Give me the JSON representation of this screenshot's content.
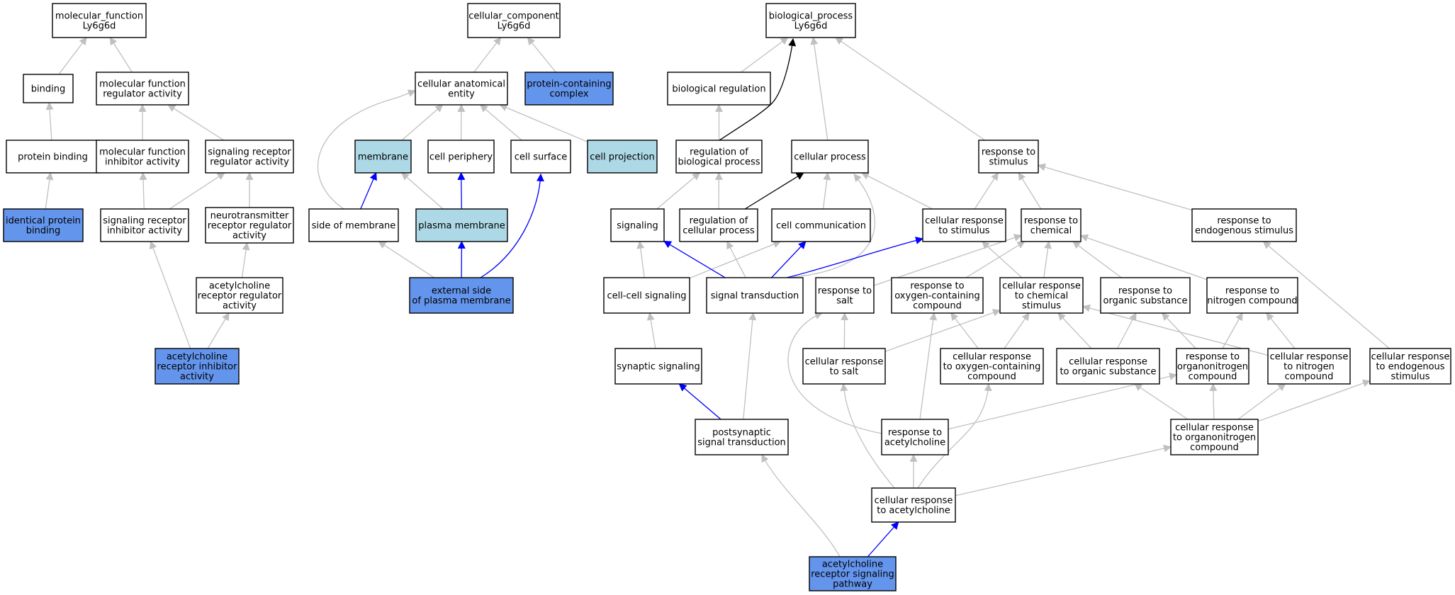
{
  "colors": {
    "default_fill": "#ffffff",
    "highlight_fill": "#6495ed",
    "related_fill": "#add8e6",
    "edge_gray": "#c0c0c0",
    "edge_blue": "#0000ff",
    "edge_black": "#000000"
  },
  "nodes": [
    {
      "id": "mf",
      "lines": [
        "molecular_function",
        "Ly6g6d"
      ],
      "fill": "default"
    },
    {
      "id": "binding",
      "lines": [
        "binding"
      ],
      "fill": "default"
    },
    {
      "id": "mfra",
      "lines": [
        "molecular function",
        "regulator activity"
      ],
      "fill": "default"
    },
    {
      "id": "protbind",
      "lines": [
        "protein binding"
      ],
      "fill": "default"
    },
    {
      "id": "mfia",
      "lines": [
        "molecular function",
        "inhibitor activity"
      ],
      "fill": "default"
    },
    {
      "id": "srra",
      "lines": [
        "signaling receptor",
        "regulator activity"
      ],
      "fill": "default"
    },
    {
      "id": "idprot",
      "lines": [
        "identical protein",
        "binding"
      ],
      "fill": "highlight"
    },
    {
      "id": "sria",
      "lines": [
        "signaling receptor",
        "inhibitor activity"
      ],
      "fill": "default"
    },
    {
      "id": "ntrra",
      "lines": [
        "neurotransmitter",
        "receptor regulator",
        "activity"
      ],
      "fill": "default"
    },
    {
      "id": "achrra",
      "lines": [
        "acetylcholine",
        "receptor regulator",
        "activity"
      ],
      "fill": "default"
    },
    {
      "id": "achria",
      "lines": [
        "acetylcholine",
        "receptor inhibitor",
        "activity"
      ],
      "fill": "highlight"
    },
    {
      "id": "cc",
      "lines": [
        "cellular_component",
        "Ly6g6d"
      ],
      "fill": "default"
    },
    {
      "id": "cae",
      "lines": [
        "cellular anatomical",
        "entity"
      ],
      "fill": "default"
    },
    {
      "id": "pcc",
      "lines": [
        "protein-containing",
        "complex"
      ],
      "fill": "highlight"
    },
    {
      "id": "membrane",
      "lines": [
        "membrane"
      ],
      "fill": "related"
    },
    {
      "id": "cperiph",
      "lines": [
        "cell periphery"
      ],
      "fill": "default"
    },
    {
      "id": "csurf",
      "lines": [
        "cell surface"
      ],
      "fill": "default"
    },
    {
      "id": "cproj",
      "lines": [
        "cell projection"
      ],
      "fill": "related"
    },
    {
      "id": "sidemem",
      "lines": [
        "side of membrane"
      ],
      "fill": "default"
    },
    {
      "id": "plasmamem",
      "lines": [
        "plasma membrane"
      ],
      "fill": "related"
    },
    {
      "id": "extside",
      "lines": [
        "external side",
        "of plasma membrane"
      ],
      "fill": "highlight"
    },
    {
      "id": "bp",
      "lines": [
        "biological_process",
        "Ly6g6d"
      ],
      "fill": "default"
    },
    {
      "id": "bioreg",
      "lines": [
        "biological regulation"
      ],
      "fill": "default"
    },
    {
      "id": "regbp",
      "lines": [
        "regulation of",
        "biological process"
      ],
      "fill": "default"
    },
    {
      "id": "cellproc",
      "lines": [
        "cellular process"
      ],
      "fill": "default"
    },
    {
      "id": "respstim",
      "lines": [
        "response to",
        "stimulus"
      ],
      "fill": "default"
    },
    {
      "id": "signaling",
      "lines": [
        "signaling"
      ],
      "fill": "default"
    },
    {
      "id": "regcp",
      "lines": [
        "regulation of",
        "cellular process"
      ],
      "fill": "default"
    },
    {
      "id": "cellcomm",
      "lines": [
        "cell communication"
      ],
      "fill": "default"
    },
    {
      "id": "crstim",
      "lines": [
        "cellular response",
        "to stimulus"
      ],
      "fill": "default"
    },
    {
      "id": "respchem",
      "lines": [
        "response to",
        "chemical"
      ],
      "fill": "default"
    },
    {
      "id": "respendo",
      "lines": [
        "response to",
        "endogenous stimulus"
      ],
      "fill": "default"
    },
    {
      "id": "ccsig",
      "lines": [
        "cell-cell signaling"
      ],
      "fill": "default"
    },
    {
      "id": "sigtrans",
      "lines": [
        "signal transduction"
      ],
      "fill": "default"
    },
    {
      "id": "respsalt",
      "lines": [
        "response to",
        "salt"
      ],
      "fill": "default"
    },
    {
      "id": "respocc",
      "lines": [
        "response to",
        "oxygen-containing",
        "compound"
      ],
      "fill": "default"
    },
    {
      "id": "crchem",
      "lines": [
        "cellular response",
        "to chemical",
        "stimulus"
      ],
      "fill": "default"
    },
    {
      "id": "resporg",
      "lines": [
        "response to",
        "organic substance"
      ],
      "fill": "default"
    },
    {
      "id": "respnit",
      "lines": [
        "response to",
        "nitrogen compound"
      ],
      "fill": "default"
    },
    {
      "id": "synsig",
      "lines": [
        "synaptic signaling"
      ],
      "fill": "default"
    },
    {
      "id": "crsalt",
      "lines": [
        "cellular response",
        "to salt"
      ],
      "fill": "default"
    },
    {
      "id": "crocc",
      "lines": [
        "cellular response",
        "to oxygen-containing",
        "compound"
      ],
      "fill": "default"
    },
    {
      "id": "crorg",
      "lines": [
        "cellular response",
        "to organic substance"
      ],
      "fill": "default"
    },
    {
      "id": "respon",
      "lines": [
        "response to",
        "organonitrogen",
        "compound"
      ],
      "fill": "default"
    },
    {
      "id": "crnit",
      "lines": [
        "cellular response",
        "to nitrogen",
        "compound"
      ],
      "fill": "default"
    },
    {
      "id": "crendo",
      "lines": [
        "cellular response",
        "to endogenous",
        "stimulus"
      ],
      "fill": "default"
    },
    {
      "id": "postsyn",
      "lines": [
        "postsynaptic",
        "signal transduction"
      ],
      "fill": "default"
    },
    {
      "id": "respach",
      "lines": [
        "response to",
        "acetylcholine"
      ],
      "fill": "default"
    },
    {
      "id": "cron",
      "lines": [
        "cellular response",
        "to organonitrogen",
        "compound"
      ],
      "fill": "default"
    },
    {
      "id": "crach",
      "lines": [
        "cellular response",
        "to acetylcholine"
      ],
      "fill": "default"
    },
    {
      "id": "achpath",
      "lines": [
        "acetylcholine",
        "receptor signaling",
        "pathway"
      ],
      "fill": "highlight"
    }
  ],
  "edges": [
    {
      "from": "binding",
      "to": "mf",
      "color": "gray"
    },
    {
      "from": "mfra",
      "to": "mf",
      "color": "gray"
    },
    {
      "from": "protbind",
      "to": "binding",
      "color": "gray"
    },
    {
      "from": "mfia",
      "to": "mfra",
      "color": "gray"
    },
    {
      "from": "srra",
      "to": "mfra",
      "color": "gray"
    },
    {
      "from": "idprot",
      "to": "protbind",
      "color": "gray"
    },
    {
      "from": "sria",
      "to": "mfia",
      "color": "gray"
    },
    {
      "from": "sria",
      "to": "srra",
      "color": "gray"
    },
    {
      "from": "ntrra",
      "to": "srra",
      "color": "gray"
    },
    {
      "from": "achrra",
      "to": "ntrra",
      "color": "gray"
    },
    {
      "from": "achria",
      "to": "sria",
      "color": "gray"
    },
    {
      "from": "achria",
      "to": "achrra",
      "color": "gray"
    },
    {
      "from": "cae",
      "to": "cc",
      "color": "gray"
    },
    {
      "from": "pcc",
      "to": "cc",
      "color": "gray"
    },
    {
      "from": "membrane",
      "to": "cae",
      "color": "gray"
    },
    {
      "from": "cperiph",
      "to": "cae",
      "color": "gray"
    },
    {
      "from": "csurf",
      "to": "cae",
      "color": "gray"
    },
    {
      "from": "cproj",
      "to": "cae",
      "color": "gray"
    },
    {
      "from": "sidemem",
      "to": "cae",
      "color": "gray"
    },
    {
      "from": "sidemem",
      "to": "membrane",
      "color": "blue"
    },
    {
      "from": "plasmamem",
      "to": "membrane",
      "color": "gray"
    },
    {
      "from": "plasmamem",
      "to": "cperiph",
      "color": "blue"
    },
    {
      "from": "extside",
      "to": "sidemem",
      "color": "gray"
    },
    {
      "from": "extside",
      "to": "plasmamem",
      "color": "blue"
    },
    {
      "from": "extside",
      "to": "csurf",
      "color": "blue"
    },
    {
      "from": "bioreg",
      "to": "bp",
      "color": "gray"
    },
    {
      "from": "regbp",
      "to": "bp",
      "color": "black"
    },
    {
      "from": "cellproc",
      "to": "bp",
      "color": "gray"
    },
    {
      "from": "respstim",
      "to": "bp",
      "color": "gray"
    },
    {
      "from": "regbp",
      "to": "bioreg",
      "color": "gray"
    },
    {
      "from": "signaling",
      "to": "regbp",
      "color": "gray"
    },
    {
      "from": "regcp",
      "to": "regbp",
      "color": "gray"
    },
    {
      "from": "regcp",
      "to": "cellproc",
      "color": "black"
    },
    {
      "from": "cellcomm",
      "to": "cellproc",
      "color": "gray"
    },
    {
      "from": "crstim",
      "to": "cellproc",
      "color": "gray"
    },
    {
      "from": "crstim",
      "to": "respstim",
      "color": "gray"
    },
    {
      "from": "respchem",
      "to": "respstim",
      "color": "gray"
    },
    {
      "from": "respendo",
      "to": "respstim",
      "color": "gray"
    },
    {
      "from": "ccsig",
      "to": "signaling",
      "color": "gray"
    },
    {
      "from": "ccsig",
      "to": "cellcomm",
      "color": "gray"
    },
    {
      "from": "sigtrans",
      "to": "signaling",
      "color": "blue"
    },
    {
      "from": "sigtrans",
      "to": "regcp",
      "color": "gray"
    },
    {
      "from": "sigtrans",
      "to": "cellcomm",
      "color": "blue"
    },
    {
      "from": "sigtrans",
      "to": "cellproc",
      "color": "gray"
    },
    {
      "from": "sigtrans",
      "to": "crstim",
      "color": "blue"
    },
    {
      "from": "respsalt",
      "to": "respchem",
      "color": "gray"
    },
    {
      "from": "respocc",
      "to": "respchem",
      "color": "gray"
    },
    {
      "from": "crchem",
      "to": "respchem",
      "color": "gray"
    },
    {
      "from": "crchem",
      "to": "crstim",
      "color": "gray"
    },
    {
      "from": "resporg",
      "to": "respchem",
      "color": "gray"
    },
    {
      "from": "respnit",
      "to": "respchem",
      "color": "gray"
    },
    {
      "from": "synsig",
      "to": "ccsig",
      "color": "gray"
    },
    {
      "from": "crsalt",
      "to": "respsalt",
      "color": "gray"
    },
    {
      "from": "crsalt",
      "to": "crchem",
      "color": "gray"
    },
    {
      "from": "crocc",
      "to": "respocc",
      "color": "gray"
    },
    {
      "from": "crocc",
      "to": "crchem",
      "color": "gray"
    },
    {
      "from": "crorg",
      "to": "resporg",
      "color": "gray"
    },
    {
      "from": "crorg",
      "to": "crchem",
      "color": "gray"
    },
    {
      "from": "respon",
      "to": "resporg",
      "color": "gray"
    },
    {
      "from": "respon",
      "to": "respnit",
      "color": "gray"
    },
    {
      "from": "crnit",
      "to": "respnit",
      "color": "gray"
    },
    {
      "from": "crnit",
      "to": "crchem",
      "color": "gray"
    },
    {
      "from": "crendo",
      "to": "respendo",
      "color": "gray"
    },
    {
      "from": "postsyn",
      "to": "synsig",
      "color": "blue"
    },
    {
      "from": "postsyn",
      "to": "sigtrans",
      "color": "gray"
    },
    {
      "from": "respach",
      "to": "respocc",
      "color": "gray"
    },
    {
      "from": "respach",
      "to": "respsalt",
      "color": "gray"
    },
    {
      "from": "respach",
      "to": "respon",
      "color": "gray"
    },
    {
      "from": "cron",
      "to": "respon",
      "color": "gray"
    },
    {
      "from": "cron",
      "to": "crnit",
      "color": "gray"
    },
    {
      "from": "cron",
      "to": "crorg",
      "color": "gray"
    },
    {
      "from": "cron",
      "to": "crendo",
      "color": "gray"
    },
    {
      "from": "crach",
      "to": "respach",
      "color": "gray"
    },
    {
      "from": "crach",
      "to": "crsalt",
      "color": "gray"
    },
    {
      "from": "crach",
      "to": "crocc",
      "color": "gray"
    },
    {
      "from": "crach",
      "to": "cron",
      "color": "gray"
    },
    {
      "from": "achpath",
      "to": "postsyn",
      "color": "gray"
    },
    {
      "from": "achpath",
      "to": "crach",
      "color": "blue"
    }
  ]
}
